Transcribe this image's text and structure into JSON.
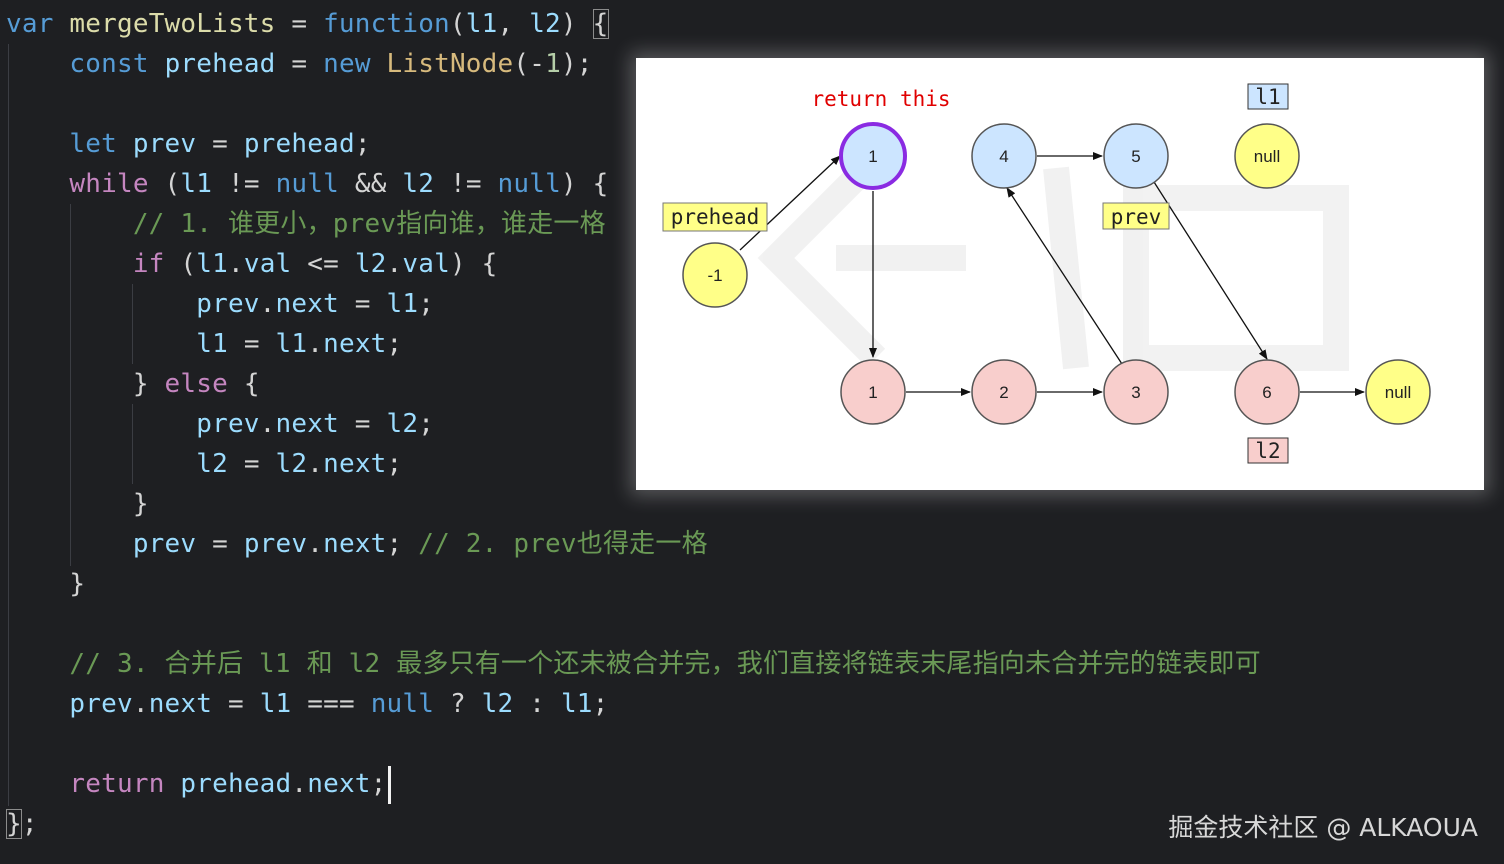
{
  "editor": {
    "language": "javascript",
    "theme_colors": {
      "background": "#1e1f22",
      "keyword": "#569cd6",
      "control": "#c586c0",
      "function": "#dcdcaa",
      "variable": "#9cdcfe",
      "class": "#d7ba7d",
      "comment": "#6a9955"
    },
    "lines": [
      {
        "tokens": [
          [
            "kw",
            "var"
          ],
          [
            "p",
            " "
          ],
          [
            "fn",
            "mergeTwoLists"
          ],
          [
            "p",
            " = "
          ],
          [
            "kw",
            "function"
          ],
          [
            "p",
            "("
          ],
          [
            "var",
            "l1"
          ],
          [
            "p",
            ", "
          ],
          [
            "var",
            "l2"
          ],
          [
            "p",
            ") "
          ],
          [
            "box",
            "{"
          ]
        ]
      },
      {
        "tokens": [
          [
            "p",
            "    "
          ],
          [
            "kw",
            "const"
          ],
          [
            "p",
            " "
          ],
          [
            "var",
            "prehead"
          ],
          [
            "p",
            " = "
          ],
          [
            "kw",
            "new"
          ],
          [
            "p",
            " "
          ],
          [
            "cls",
            "ListNode"
          ],
          [
            "p",
            "(-"
          ],
          [
            "num",
            "1"
          ],
          [
            "p",
            ");"
          ]
        ]
      },
      {
        "tokens": []
      },
      {
        "tokens": [
          [
            "p",
            "    "
          ],
          [
            "kw",
            "let"
          ],
          [
            "p",
            " "
          ],
          [
            "var",
            "prev"
          ],
          [
            "p",
            " = "
          ],
          [
            "var",
            "prehead"
          ],
          [
            "p",
            ";"
          ]
        ]
      },
      {
        "tokens": [
          [
            "p",
            "    "
          ],
          [
            "ctl",
            "while"
          ],
          [
            "p",
            " ("
          ],
          [
            "var",
            "l1"
          ],
          [
            "p",
            " != "
          ],
          [
            "kw",
            "null"
          ],
          [
            "p",
            " && "
          ],
          [
            "var",
            "l2"
          ],
          [
            "p",
            " != "
          ],
          [
            "kw",
            "null"
          ],
          [
            "p",
            ") {"
          ]
        ]
      },
      {
        "tokens": [
          [
            "p",
            "        "
          ],
          [
            "cmt",
            "// 1. "
          ],
          [
            "cmtcjk",
            "谁更小，"
          ],
          [
            "cmt",
            "prev"
          ],
          [
            "cmtcjk",
            "指向谁，谁走一格"
          ]
        ]
      },
      {
        "tokens": [
          [
            "p",
            "        "
          ],
          [
            "ctl",
            "if"
          ],
          [
            "p",
            " ("
          ],
          [
            "var",
            "l1"
          ],
          [
            "p",
            "."
          ],
          [
            "var",
            "val"
          ],
          [
            "p",
            " <= "
          ],
          [
            "var",
            "l2"
          ],
          [
            "p",
            "."
          ],
          [
            "var",
            "val"
          ],
          [
            "p",
            ") {"
          ]
        ]
      },
      {
        "tokens": [
          [
            "p",
            "            "
          ],
          [
            "var",
            "prev"
          ],
          [
            "p",
            "."
          ],
          [
            "var",
            "next"
          ],
          [
            "p",
            " = "
          ],
          [
            "var",
            "l1"
          ],
          [
            "p",
            ";"
          ]
        ]
      },
      {
        "tokens": [
          [
            "p",
            "            "
          ],
          [
            "var",
            "l1"
          ],
          [
            "p",
            " = "
          ],
          [
            "var",
            "l1"
          ],
          [
            "p",
            "."
          ],
          [
            "var",
            "next"
          ],
          [
            "p",
            ";"
          ]
        ]
      },
      {
        "tokens": [
          [
            "p",
            "        } "
          ],
          [
            "ctl",
            "else"
          ],
          [
            "p",
            " {"
          ]
        ]
      },
      {
        "tokens": [
          [
            "p",
            "            "
          ],
          [
            "var",
            "prev"
          ],
          [
            "p",
            "."
          ],
          [
            "var",
            "next"
          ],
          [
            "p",
            " = "
          ],
          [
            "var",
            "l2"
          ],
          [
            "p",
            ";"
          ]
        ]
      },
      {
        "tokens": [
          [
            "p",
            "            "
          ],
          [
            "var",
            "l2"
          ],
          [
            "p",
            " = "
          ],
          [
            "var",
            "l2"
          ],
          [
            "p",
            "."
          ],
          [
            "var",
            "next"
          ],
          [
            "p",
            ";"
          ]
        ]
      },
      {
        "tokens": [
          [
            "p",
            "        }"
          ]
        ]
      },
      {
        "tokens": [
          [
            "p",
            "        "
          ],
          [
            "var",
            "prev"
          ],
          [
            "p",
            " = "
          ],
          [
            "var",
            "prev"
          ],
          [
            "p",
            "."
          ],
          [
            "var",
            "next"
          ],
          [
            "p",
            "; "
          ],
          [
            "cmt",
            "// 2. prev"
          ],
          [
            "cmtcjk",
            "也得走一格"
          ]
        ]
      },
      {
        "tokens": [
          [
            "p",
            "    }"
          ]
        ]
      },
      {
        "tokens": []
      },
      {
        "tokens": [
          [
            "p",
            "    "
          ],
          [
            "cmt",
            "// 3. "
          ],
          [
            "cmtcjk",
            "合并后"
          ],
          [
            "cmt",
            " l1 "
          ],
          [
            "cmtcjk",
            "和"
          ],
          [
            "cmt",
            " l2 "
          ],
          [
            "cmtcjk",
            "最多只有一个还未被合并完，我们直接将链表末尾指向未合并完的链表即可"
          ]
        ]
      },
      {
        "tokens": [
          [
            "p",
            "    "
          ],
          [
            "var",
            "prev"
          ],
          [
            "p",
            "."
          ],
          [
            "var",
            "next"
          ],
          [
            "p",
            " = "
          ],
          [
            "var",
            "l1"
          ],
          [
            "p",
            " === "
          ],
          [
            "kw",
            "null"
          ],
          [
            "p",
            " ? "
          ],
          [
            "var",
            "l2"
          ],
          [
            "p",
            " : "
          ],
          [
            "var",
            "l1"
          ],
          [
            "p",
            ";"
          ]
        ]
      },
      {
        "tokens": []
      },
      {
        "tokens": [
          [
            "p",
            "    "
          ],
          [
            "ctl",
            "return"
          ],
          [
            "p",
            " "
          ],
          [
            "var",
            "prehead"
          ],
          [
            "p",
            "."
          ],
          [
            "var",
            "next"
          ],
          [
            "p",
            ";"
          ],
          [
            "cursor",
            ""
          ]
        ]
      },
      {
        "tokens": [
          [
            "box",
            "}"
          ],
          [
            "p",
            ";"
          ]
        ]
      }
    ]
  },
  "diagram": {
    "annotation_return": "return this",
    "label_prehead": "prehead",
    "label_prev": "prev",
    "label_l1": "l1",
    "label_l2": "l2",
    "colors": {
      "yellow": "#ffff88",
      "blue": "#cce5ff",
      "pink": "#f8cecc",
      "highlight_ring": "#8a2be2",
      "annotation": "#e00000",
      "tag_fill": "#ffff88"
    },
    "nodes": [
      {
        "id": "prehead-node",
        "label": "-1",
        "color": "yellow"
      },
      {
        "id": "top-node-1",
        "label": "1",
        "color": "blue",
        "highlight": true
      },
      {
        "id": "top-node-4",
        "label": "4",
        "color": "blue"
      },
      {
        "id": "top-node-5",
        "label": "5",
        "color": "blue"
      },
      {
        "id": "top-null",
        "label": "null",
        "color": "yellow"
      },
      {
        "id": "bottom-node-1",
        "label": "1",
        "color": "pink"
      },
      {
        "id": "bottom-node-2",
        "label": "2",
        "color": "pink"
      },
      {
        "id": "bottom-node-3",
        "label": "3",
        "color": "pink"
      },
      {
        "id": "bottom-node-6",
        "label": "6",
        "color": "pink"
      },
      {
        "id": "bottom-null",
        "label": "null",
        "color": "yellow"
      }
    ]
  },
  "footer": {
    "watermark": "掘金技术社区 @ ALKAOUA"
  }
}
